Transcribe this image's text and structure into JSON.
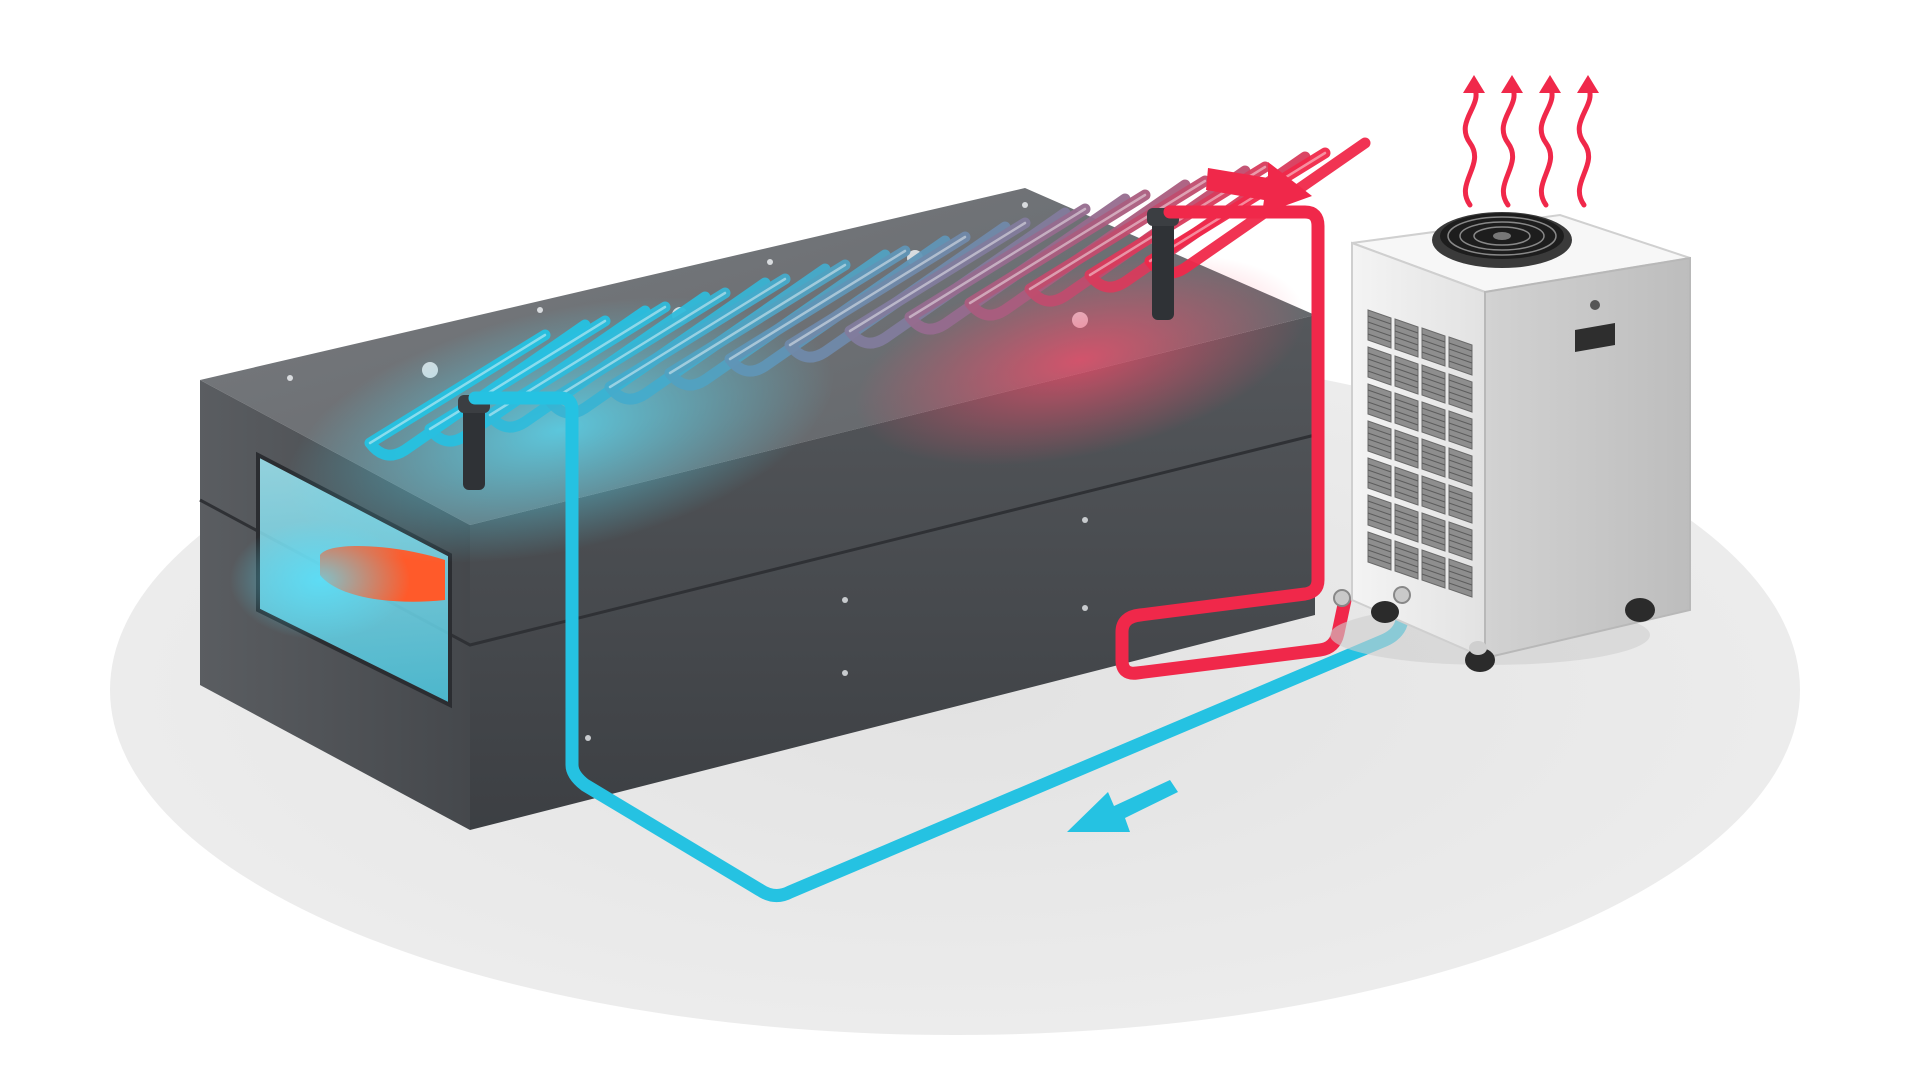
{
  "diagram": {
    "components": [
      {
        "id": "bath",
        "kind": "rectangular enclosure with cooling coil"
      },
      {
        "id": "chiller",
        "kind": "portable chiller unit with top fan"
      },
      {
        "id": "hot-line",
        "kind": "warm return pipe"
      },
      {
        "id": "cold-line",
        "kind": "chilled supply pipe"
      }
    ],
    "flows": [
      {
        "from": "bath",
        "to": "chiller",
        "line": "hot-line",
        "direction": "right"
      },
      {
        "from": "chiller",
        "to": "bath",
        "line": "cold-line",
        "direction": "down-left"
      }
    ],
    "exhaust_arrows": 4,
    "coil_loops": 14
  },
  "colors": {
    "hot": "#f0284a",
    "cold": "#25c2e2",
    "box_dark": "#4b4e52",
    "box_top": "#6d7074",
    "chiller_body": "#ededed",
    "floor": "#e8e8e8"
  }
}
